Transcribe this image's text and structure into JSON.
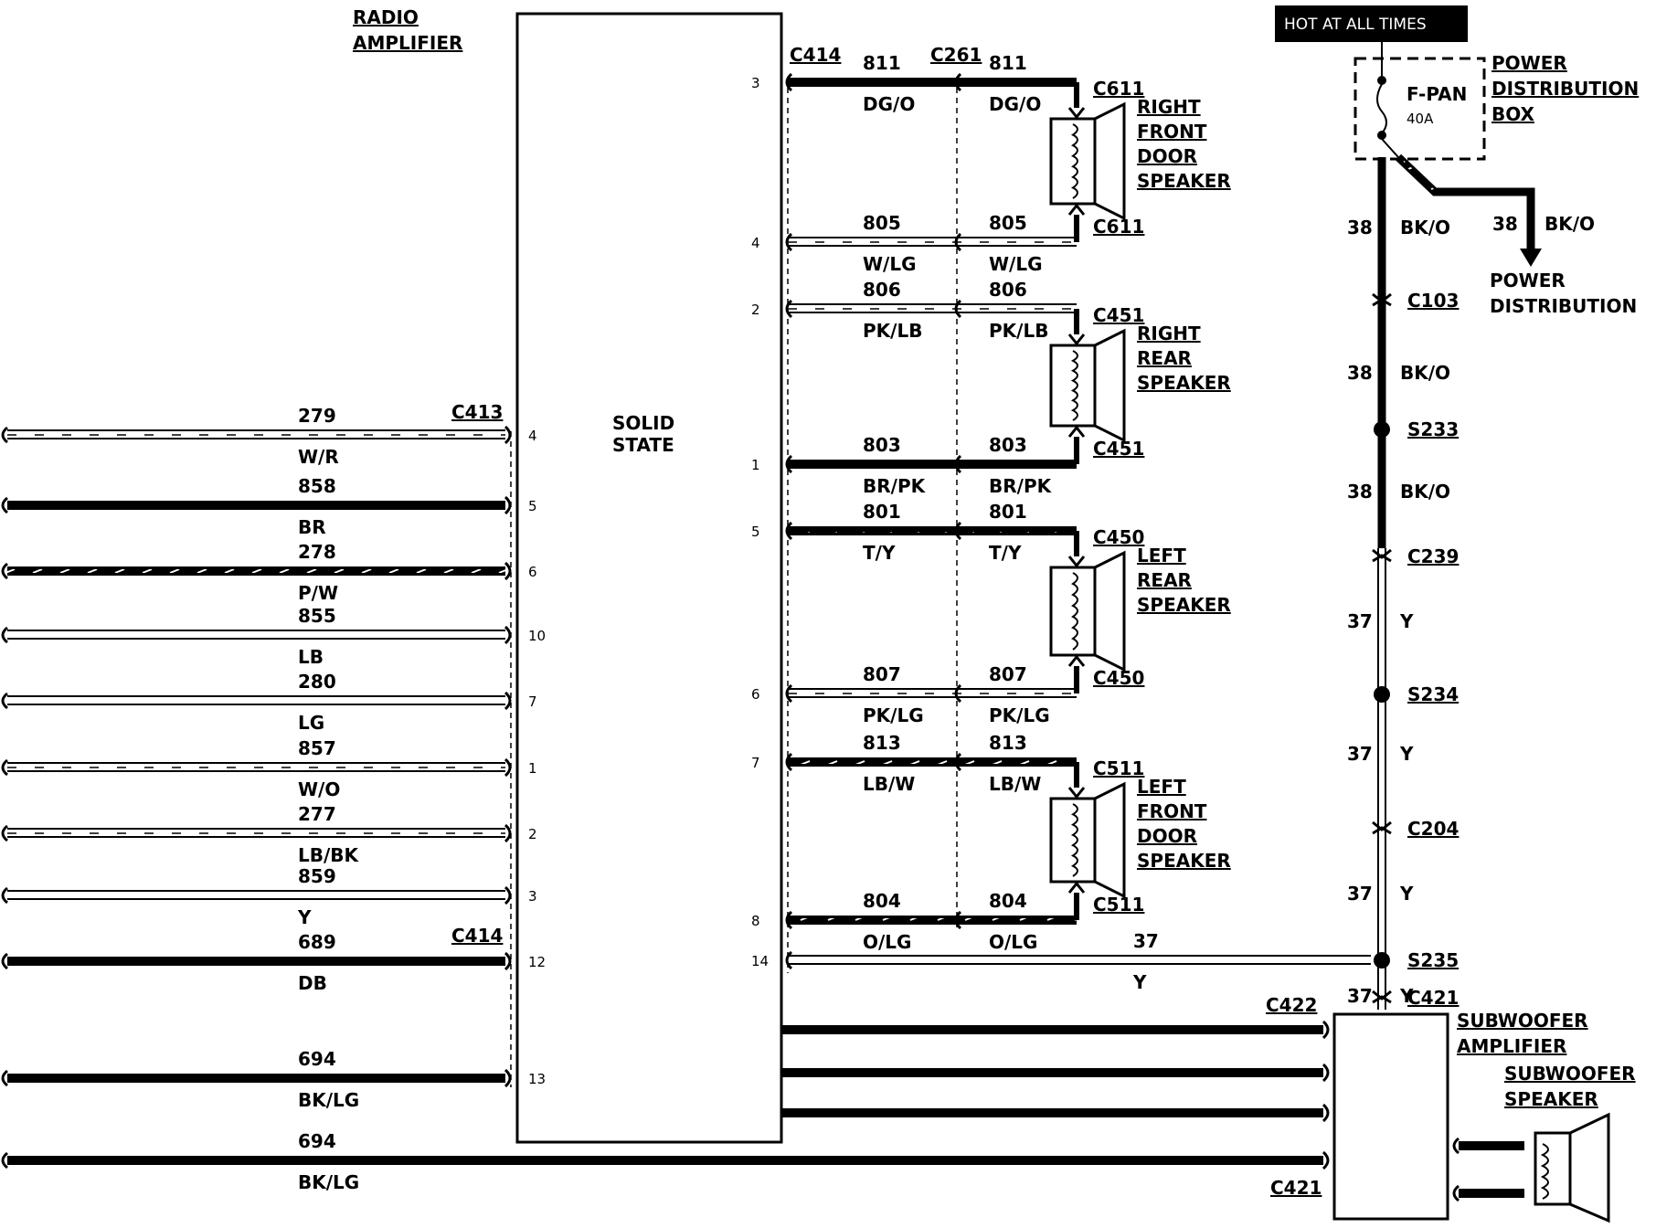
{
  "amplifier": {
    "title": [
      "RADIO",
      "AMPLIFIER"
    ],
    "inner": [
      "SOLID",
      "STATE"
    ]
  },
  "hot_label": "HOT AT ALL TIMES",
  "power_box": {
    "title": [
      "POWER",
      "DISTRIBUTION",
      "BOX"
    ],
    "fuse_name": "F-PAN",
    "fuse_rating": "40A",
    "power_dist": [
      "POWER",
      "DISTRIBUTION"
    ]
  },
  "left_connectors": {
    "top": "C413",
    "bottom": "C414"
  },
  "left_wires": [
    {
      "circuit": "279",
      "color": "W/R",
      "pin": "4",
      "style": "striped"
    },
    {
      "circuit": "858",
      "color": "BR",
      "pin": "5",
      "style": "solid"
    },
    {
      "circuit": "278",
      "color": "P/W",
      "pin": "6",
      "style": "solid_striped"
    },
    {
      "circuit": "855",
      "color": "LB",
      "pin": "10",
      "style": "hollow"
    },
    {
      "circuit": "280",
      "color": "LG",
      "pin": "7",
      "style": "hollow"
    },
    {
      "circuit": "857",
      "color": "W/O",
      "pin": "1",
      "style": "striped"
    },
    {
      "circuit": "277",
      "color": "LB/BK",
      "pin": "2",
      "style": "striped"
    },
    {
      "circuit": "859",
      "color": "Y",
      "pin": "3",
      "style": "hollow"
    },
    {
      "circuit": "689",
      "color": "DB",
      "pin": "12",
      "style": "solid"
    },
    {
      "circuit": "694",
      "color": "BK/LG",
      "pin": "13",
      "style": "solid_striped"
    },
    {
      "circuit": "694",
      "color": "BK/LG",
      "pin": "",
      "style": "solid_striped"
    }
  ],
  "right_connectors": {
    "a": "C414",
    "b": "C261"
  },
  "right_wires": [
    {
      "pin": "3",
      "circuit": "811",
      "color": "DG/O",
      "style": "solid_striped"
    },
    {
      "pin": "4",
      "circuit": "805",
      "color": "W/LG",
      "style": "striped"
    },
    {
      "pin": "2",
      "circuit": "806",
      "color": "PK/LB",
      "style": "striped"
    },
    {
      "pin": "1",
      "circuit": "803",
      "color": "BR/PK",
      "style": "solid"
    },
    {
      "pin": "5",
      "circuit": "801",
      "color": "T/Y",
      "style": "solid_striped"
    },
    {
      "pin": "6",
      "circuit": "807",
      "color": "PK/LG",
      "style": "striped"
    },
    {
      "pin": "7",
      "circuit": "813",
      "color": "LB/W",
      "style": "solid_striped"
    },
    {
      "pin": "8",
      "circuit": "804",
      "color": "O/LG",
      "style": "solid_striped"
    },
    {
      "pin": "14",
      "circuit": "37",
      "color": "Y",
      "style": "hollow"
    }
  ],
  "speakers": [
    {
      "connector": "C611",
      "name": [
        "RIGHT",
        "FRONT",
        "DOOR",
        "SPEAKER"
      ]
    },
    {
      "connector": "C451",
      "name": [
        "RIGHT",
        "REAR",
        "SPEAKER"
      ]
    },
    {
      "connector": "C450",
      "name": [
        "LEFT",
        "REAR",
        "SPEAKER"
      ]
    },
    {
      "connector": "C511",
      "name": [
        "LEFT",
        "FRONT",
        "DOOR",
        "SPEAKER"
      ]
    }
  ],
  "power_chain": [
    {
      "circuit": "38",
      "color": "BK/O"
    },
    {
      "connector": "C103"
    },
    {
      "circuit": "38",
      "color": "BK/O"
    },
    {
      "splice": "S233"
    },
    {
      "circuit": "38",
      "color": "BK/O"
    },
    {
      "connector": "C239"
    },
    {
      "circuit": "37",
      "color": "Y"
    },
    {
      "splice": "S234"
    },
    {
      "circuit": "37",
      "color": "Y"
    },
    {
      "connector": "C204"
    },
    {
      "circuit": "37",
      "color": "Y"
    },
    {
      "splice": "S235"
    },
    {
      "circuit": "37",
      "color": "Y"
    },
    {
      "connector": "C421"
    }
  ],
  "branch": {
    "circuit": "38",
    "color": "BK/O"
  },
  "subwoofer": {
    "amp_name": [
      "SUBWOOFER",
      "AMPLIFIER"
    ],
    "speaker_name": [
      "SUBWOOFER",
      "SPEAKER"
    ],
    "connector_top": "C422",
    "connector_bottom": "C421"
  }
}
